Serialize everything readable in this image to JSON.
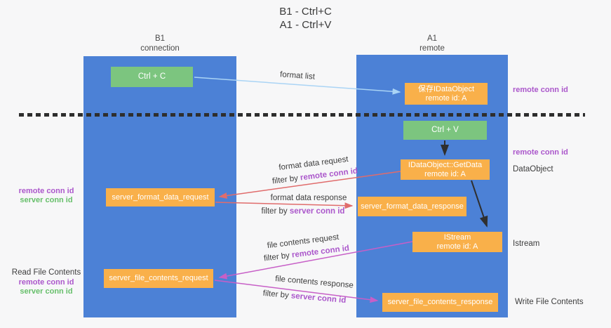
{
  "title": {
    "line1": "B1 - Ctrl+C",
    "line2": "A1 - Ctrl+V"
  },
  "lanes": {
    "left": {
      "name": "B1",
      "role": "connection"
    },
    "right": {
      "name": "A1",
      "role": "remote"
    }
  },
  "boxes": {
    "ctrl_c": "Ctrl + C",
    "ctrl_v": "Ctrl + V",
    "save_dataobject": {
      "line1": "保存IDataObject",
      "line2": "remote id: A"
    },
    "getdata": {
      "line1": "IDataObject::GetData",
      "line2": "remote id: A"
    },
    "istream": {
      "line1": "IStream",
      "line2": "remote id: A"
    },
    "server_format_data_request": "server_format_data_request",
    "server_format_data_response": "server_format_data_response",
    "server_file_contents_request": "server_file_contents_request",
    "server_file_contents_response": "server_file_contents_response"
  },
  "arrow_labels": {
    "format_list": "format list",
    "format_data_request": "format data request",
    "format_data_response": "format data response",
    "file_contents_request": "file contents request",
    "file_contents_response": "file contents response",
    "filter_by": "filter by ",
    "remote_conn_id": "remote conn id",
    "server_conn_id": "server conn id"
  },
  "annotations": {
    "right_remote_conn_top": "remote conn id",
    "right_remote_conn_mid": "remote conn id",
    "dataobject": "DataObject",
    "istream": "Istream",
    "write_file_contents": "Write File Contents",
    "left_remote_conn_mid": "remote conn id",
    "left_server_conn_mid": "server conn id",
    "read_file_contents": "Read File Contents",
    "left_remote_conn_bottom": "remote conn id",
    "left_server_conn_bottom": "server conn id"
  },
  "colors": {
    "lane_blue": "#4c81d6",
    "box_orange": "#f9b04a",
    "box_green": "#7cc57f",
    "arrow_red": "#e06c6c",
    "arrow_magenta": "#c75fc7",
    "arrow_light_blue": "#aad4f5",
    "text_purple": "#ab57cb",
    "text_green": "#67bf6b"
  }
}
